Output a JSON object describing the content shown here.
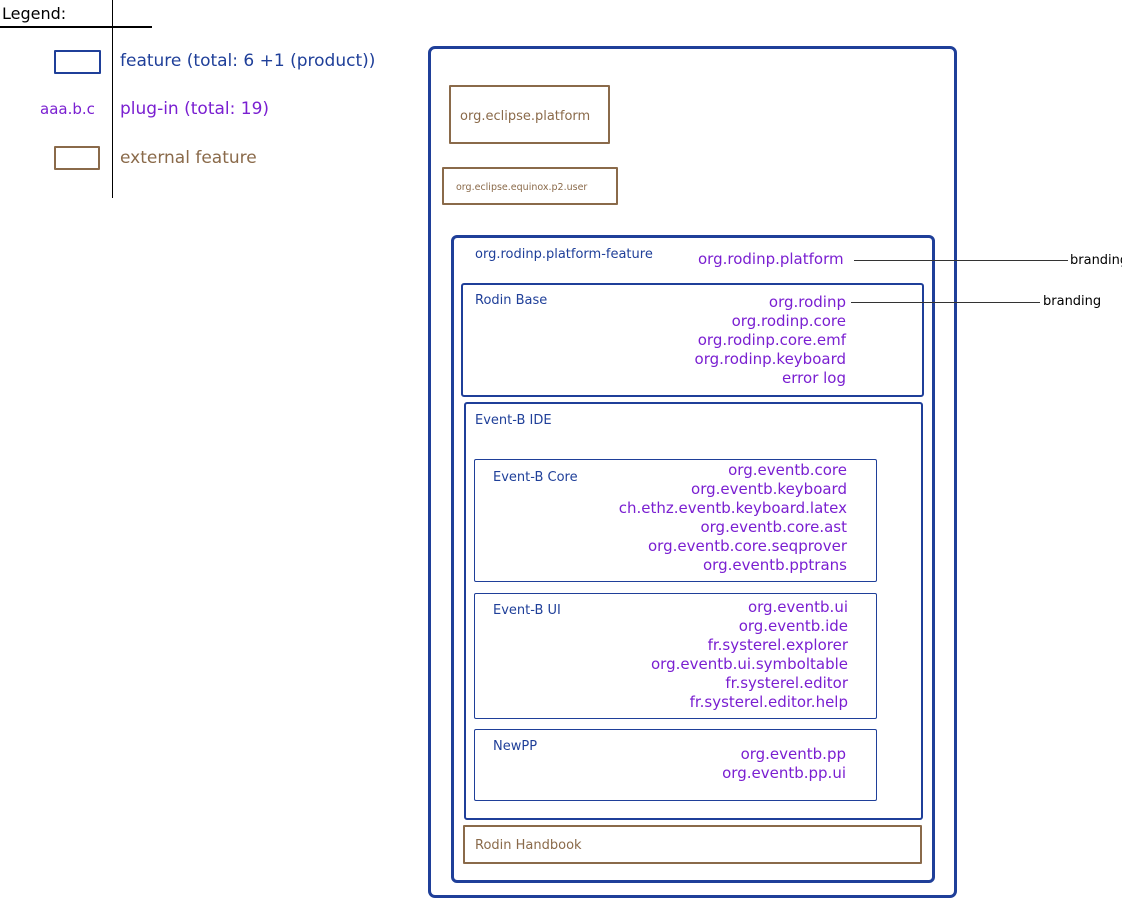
{
  "legend": {
    "title": "Legend:",
    "feature_text": "feature (total: 6 +1 (product))",
    "plugin_sample": "aaa.b.c",
    "plugin_text": "plug-in (total: 19)",
    "external_text": "external feature"
  },
  "colors": {
    "feature": "#1f3f99",
    "plugin": "#7a1fd1",
    "external": "#8a6a4a"
  },
  "external_features": [
    "org.eclipse.platform",
    "org.eclipse.equinox.p2.user"
  ],
  "platform_feature": {
    "name": "org.rodinp.platform-feature",
    "plugin": "org.rodinp.platform",
    "annotation": "branding"
  },
  "rodin_base": {
    "name": "Rodin Base",
    "annotation": "branding",
    "plugins": [
      "org.rodinp",
      "org.rodinp.core",
      "org.rodinp.core.emf",
      "org.rodinp.keyboard",
      "error log"
    ]
  },
  "eventb_ide": {
    "name": "Event-B IDE"
  },
  "eventb_core": {
    "name": "Event-B Core",
    "plugins": [
      "org.eventb.core",
      "org.eventb.keyboard",
      "ch.ethz.eventb.keyboard.latex",
      "org.eventb.core.ast",
      "org.eventb.core.seqprover",
      "org.eventb.pptrans"
    ]
  },
  "eventb_ui": {
    "name": "Event-B UI",
    "plugins": [
      "org.eventb.ui",
      "org.eventb.ide",
      "fr.systerel.explorer",
      "org.eventb.ui.symboltable",
      "fr.systerel.editor",
      "fr.systerel.editor.help"
    ]
  },
  "newpp": {
    "name": "NewPP",
    "plugins": [
      "org.eventb.pp",
      "org.eventb.pp.ui"
    ]
  },
  "rodin_handbook": {
    "name": "Rodin Handbook"
  }
}
